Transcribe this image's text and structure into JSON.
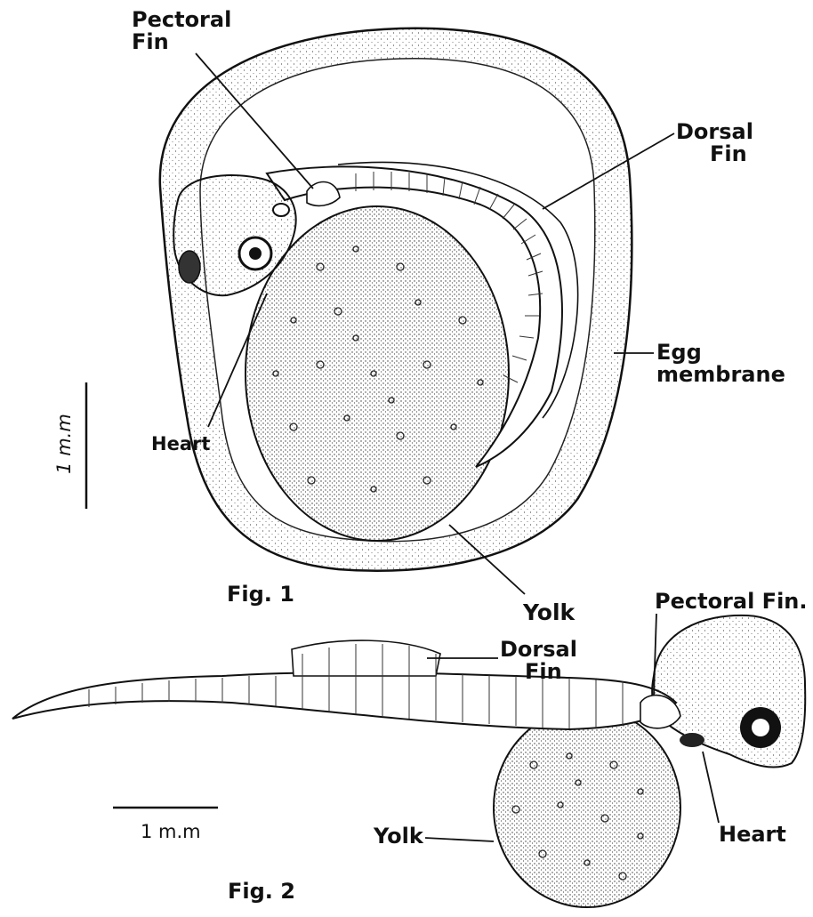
{
  "figure1": {
    "caption": "Fig. 1",
    "labels": {
      "pectoral_fin": [
        "Pectoral",
        "Fin"
      ],
      "dorsal_fin": [
        "Dorsal",
        "Fin"
      ],
      "egg_membrane": [
        "Egg",
        "membrane"
      ],
      "heart": "Heart",
      "yolk": "Yolk"
    },
    "scale_bar": "1 m.m"
  },
  "figure2": {
    "caption": "Fig. 2",
    "labels": {
      "pectoral_fin": "Pectoral Fin.",
      "dorsal_fin": [
        "Dorsal",
        "Fin"
      ],
      "heart": "Heart",
      "yolk": "Yolk"
    },
    "scale_bar": "1 m.m"
  },
  "colors": {
    "ink": "#111111",
    "stipple": "#444444",
    "paper": "#ffffff"
  }
}
